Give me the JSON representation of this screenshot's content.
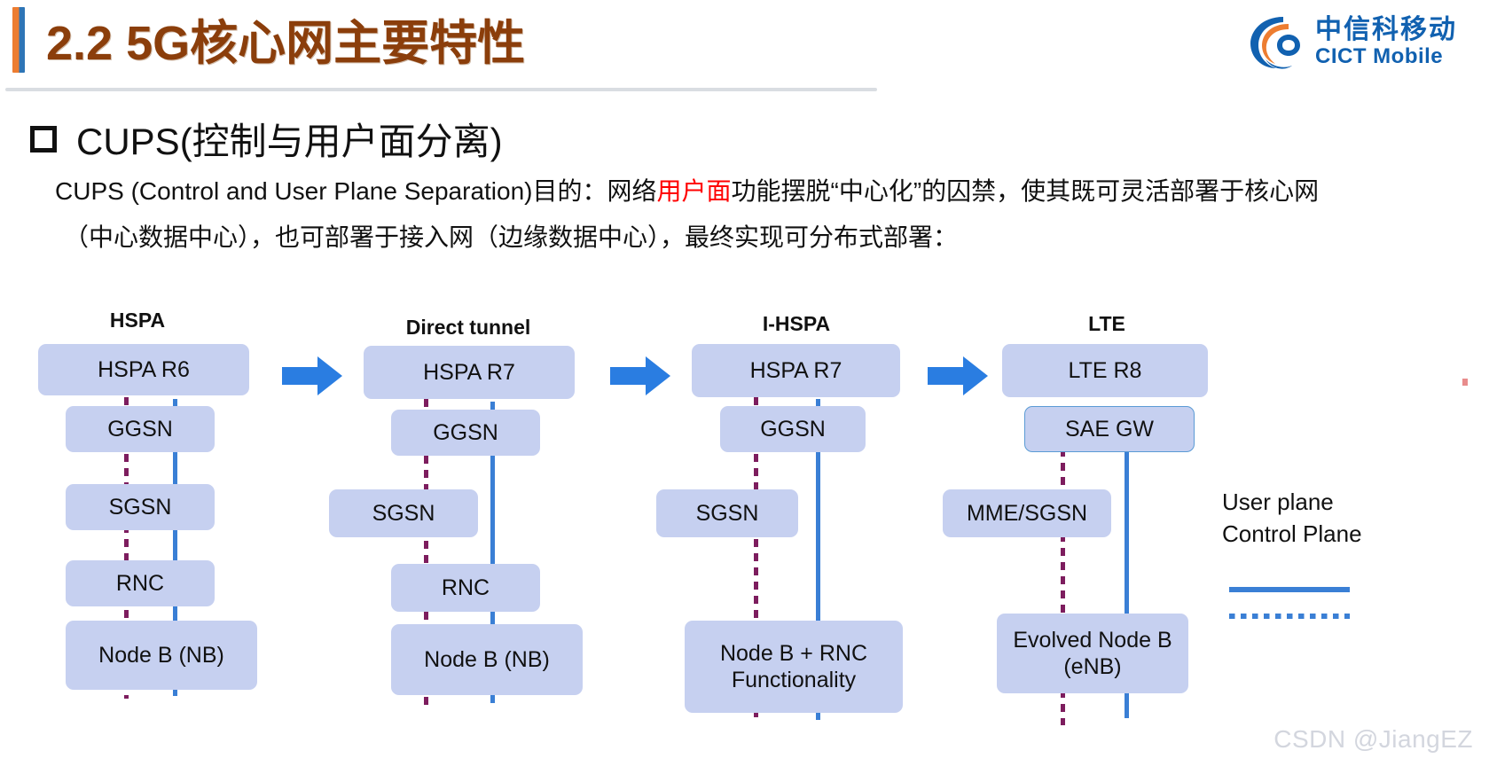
{
  "slide": {
    "title": "2.2 5G核心网主要特性",
    "title_color": "#8B3E0B",
    "accent_colors": [
      "#ED7D31",
      "#2E75B6"
    ],
    "background": "#ffffff"
  },
  "logo": {
    "mark_name": "cict-swoosh-logo-mark",
    "chinese": "中信科移动",
    "english": "CICT Mobile",
    "color_blue": "#1161b0",
    "color_orange": "#ED7D31"
  },
  "bullet": {
    "marker": "hollow-square",
    "heading": "CUPS(控制与用户面分离)"
  },
  "body": {
    "line1_a": "CUPS (Control and User Plane Separation)目的：网络",
    "line1_highlight": "用户面",
    "line1_b": "功能摆脱“中心化”的囚禁，使其既可灵活部署于核心网",
    "line2": "（中心数据中心），也可部署于接入网（边缘数据中心），最终实现可分布式部署：",
    "highlight_color": "#ff0000"
  },
  "diagram": {
    "box_fill": "#c6d0f0",
    "user_plane_color": "#3a7fd5",
    "control_plane_color": "#7d1d5e",
    "arrow_color": "#2a7de1",
    "arrow_name": "flow-arrow-right",
    "columns": [
      {
        "title": "HSPA",
        "boxes": [
          {
            "label": "HSPA R6"
          },
          {
            "label": "GGSN"
          },
          {
            "label": "SGSN"
          },
          {
            "label": "RNC"
          },
          {
            "label": "Node B (NB)"
          }
        ]
      },
      {
        "title": "Direct tunnel",
        "boxes": [
          {
            "label": "HSPA R7"
          },
          {
            "label": "GGSN"
          },
          {
            "label": "SGSN"
          },
          {
            "label": "RNC"
          },
          {
            "label": "Node B (NB)"
          }
        ]
      },
      {
        "title": "I-HSPA",
        "boxes": [
          {
            "label": "HSPA R7"
          },
          {
            "label": "GGSN"
          },
          {
            "label": "SGSN"
          },
          {
            "label": "Node B + RNC Functionality"
          }
        ]
      },
      {
        "title": "LTE",
        "boxes": [
          {
            "label": "LTE R8"
          },
          {
            "label": "SAE GW"
          },
          {
            "label": "MME/SGSN"
          },
          {
            "label": "Evolved Node B (eNB)"
          }
        ]
      }
    ]
  },
  "legend": {
    "user_plane": "User plane",
    "control_plane": "Control Plane",
    "solid_color": "#3a7fd5",
    "dotted_color": "#3a7fd5"
  },
  "watermark": "CSDN @JiangEZ"
}
